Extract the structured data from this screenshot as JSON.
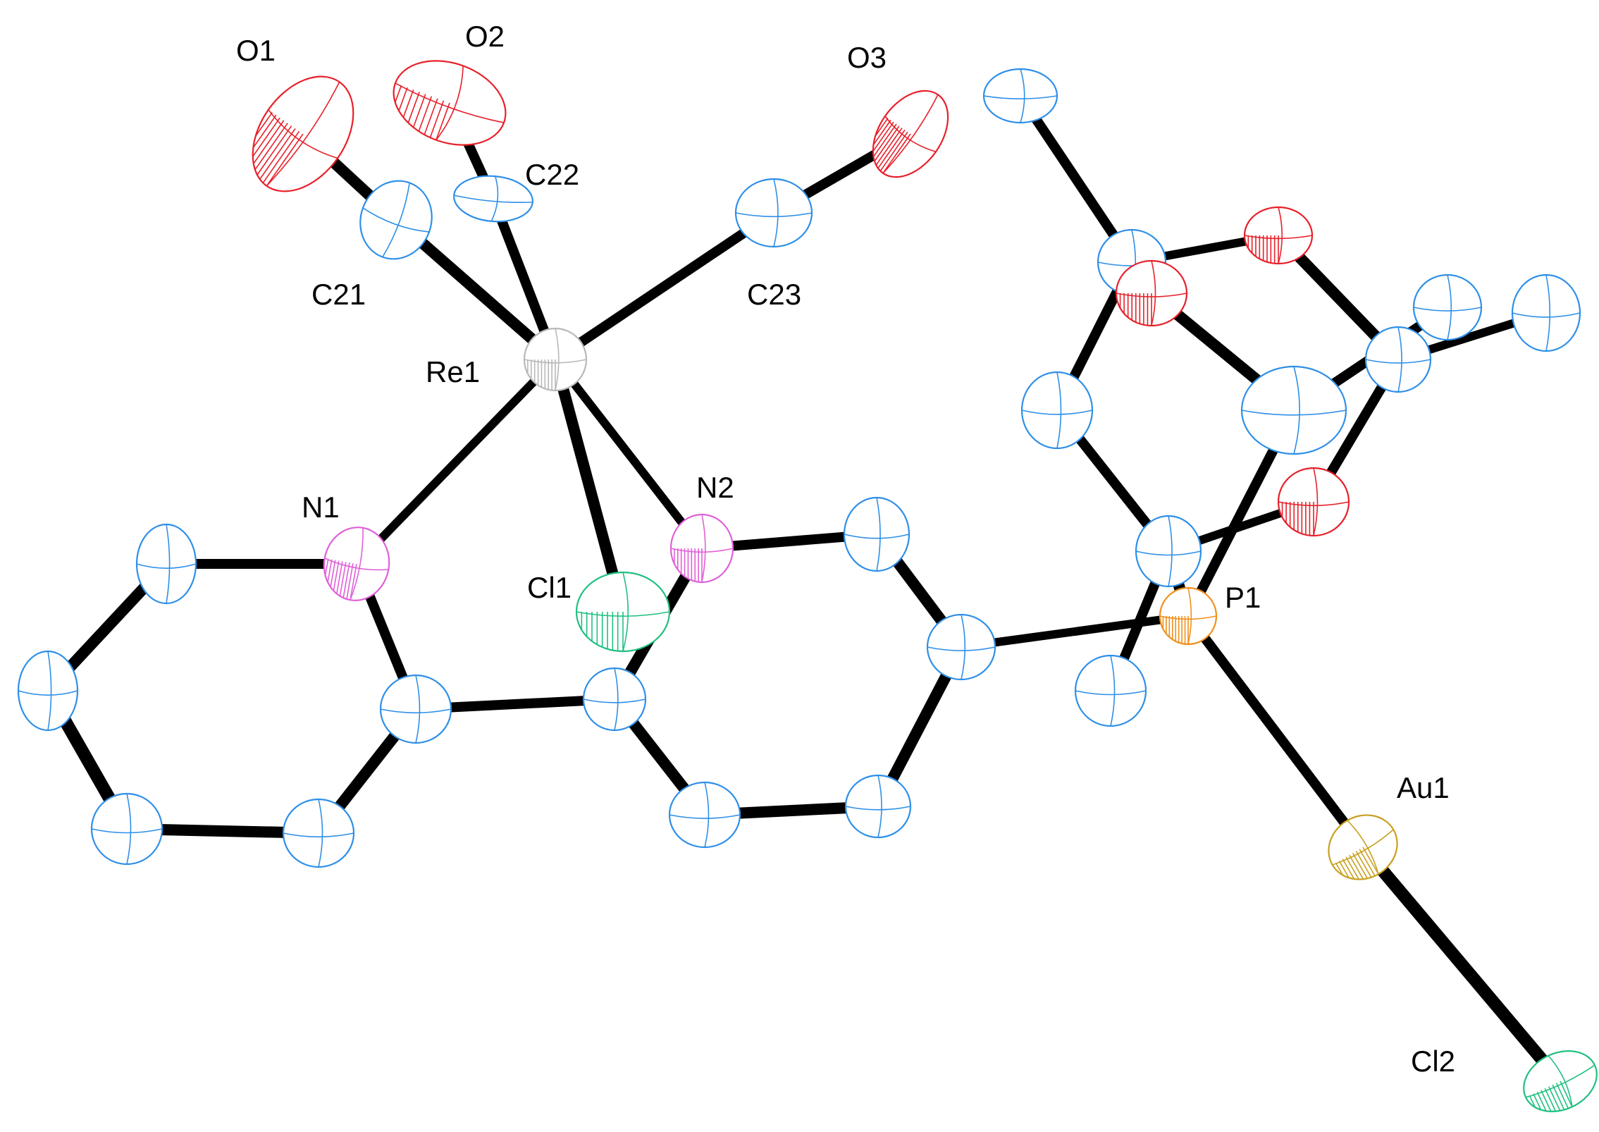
{
  "labels": {
    "O1": "O1",
    "O2": "O2",
    "O3": "O3",
    "C21": "C21",
    "C22": "C22",
    "C23": "C23",
    "Re1": "Re1",
    "N1": "N1",
    "N2": "N2",
    "Cl1": "Cl1",
    "P1": "P1",
    "Au1": "Au1",
    "Cl2": "Cl2"
  },
  "element_colors": {
    "C": "#2e8fe8",
    "O": "#e8202a",
    "N": "#e060d8",
    "Cl": "#20c080",
    "P": "#f0901a",
    "Au": "#c8a020",
    "Re": "#b8b8b8"
  }
}
